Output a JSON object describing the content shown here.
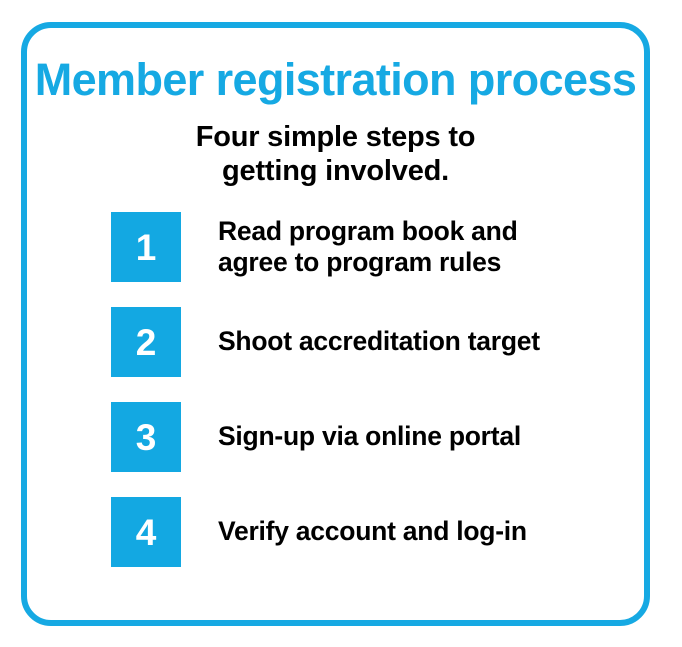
{
  "card": {
    "border_color": "#16A9E3",
    "background_color": "#FFFFFF"
  },
  "header": {
    "title": "Member registration process",
    "title_color": "#16A9E3",
    "subtitle_line1": "Four simple steps to",
    "subtitle_line2": "getting involved."
  },
  "steps": {
    "badge_color": "#13A8E2",
    "badge_text_color": "#FFFFFF",
    "items": [
      {
        "number": "1",
        "line1": "Read program book and",
        "line2": "agree to program rules"
      },
      {
        "number": "2",
        "line1": "Shoot accreditation target",
        "line2": ""
      },
      {
        "number": "3",
        "line1": "Sign-up via online portal",
        "line2": ""
      },
      {
        "number": "4",
        "line1": "Verify account and log-in",
        "line2": ""
      }
    ]
  }
}
